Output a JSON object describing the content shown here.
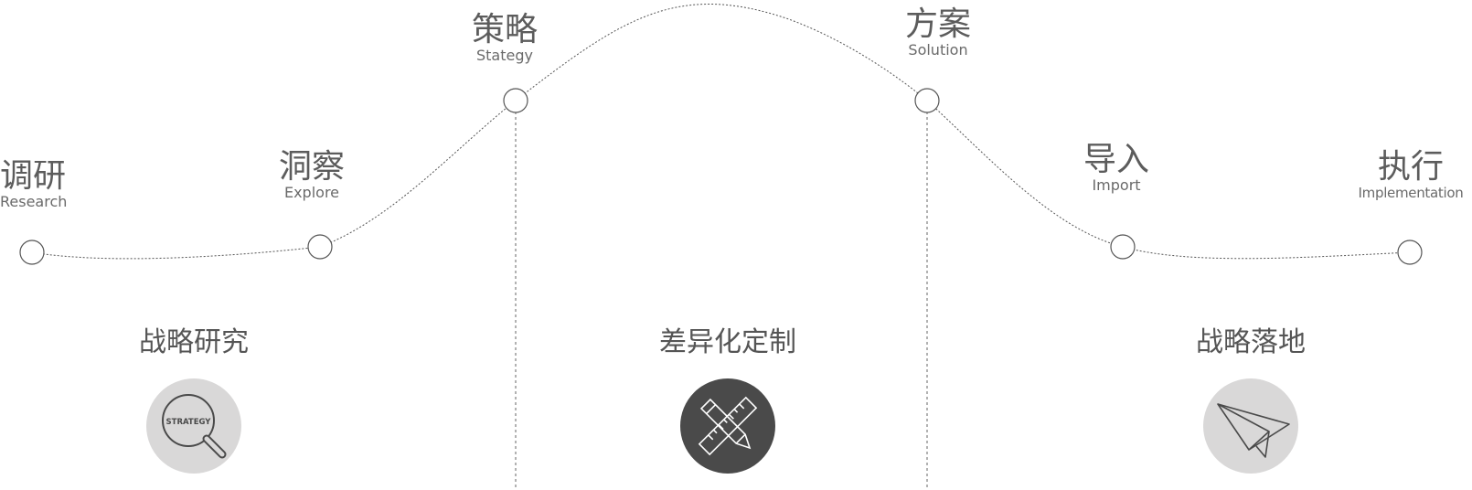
{
  "milestones": [
    {
      "zh": "调研",
      "en": "Research"
    },
    {
      "zh": "洞察",
      "en": "Explore"
    },
    {
      "zh": "策略",
      "en": "Stategy"
    },
    {
      "zh": "方案",
      "en": "Solution"
    },
    {
      "zh": "导入",
      "en": "Import"
    },
    {
      "zh": "执行",
      "en": "Implementation"
    }
  ],
  "phases": [
    {
      "title": "战略研究",
      "icon": "magnifier-strategy-icon",
      "badge_text": "STRATEGY",
      "badge_color": "#d9d8d8"
    },
    {
      "title": "差异化定制",
      "icon": "pencil-ruler-cross-icon",
      "badge_color": "#4a4a4a"
    },
    {
      "title": "战略落地",
      "icon": "paper-plane-icon",
      "badge_color": "#d9d8d8"
    }
  ],
  "colors": {
    "curve": "#555555",
    "text": "#5c5c5c"
  }
}
